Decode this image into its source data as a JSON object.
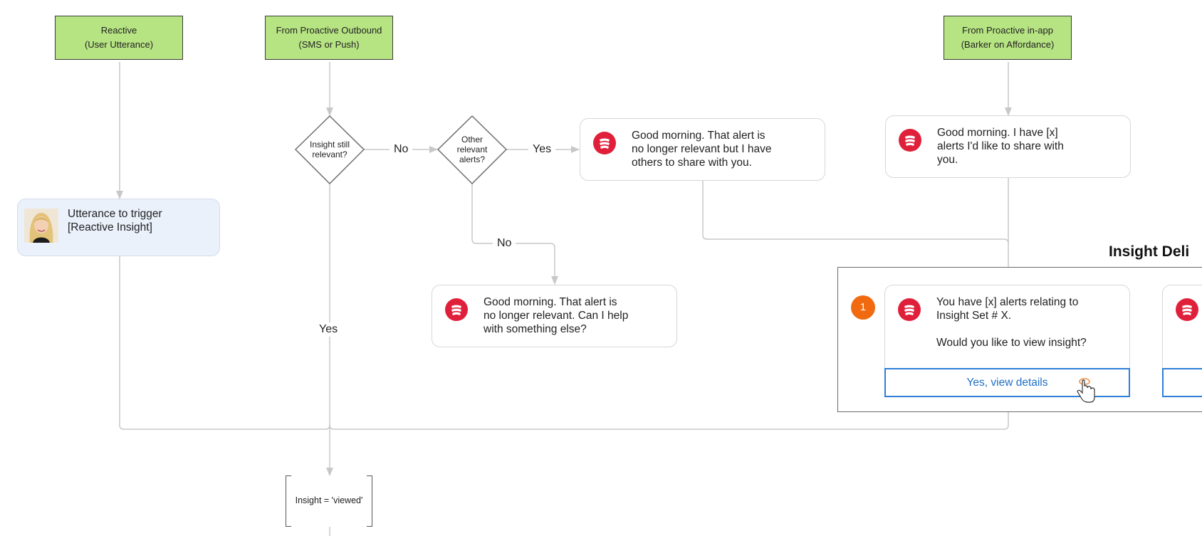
{
  "start_nodes": {
    "reactive": {
      "line1": "Reactive",
      "line2": "(User Utterance)"
    },
    "outbound": {
      "line1": "From Proactive Outbound",
      "line2": "(SMS or Push)"
    },
    "inapp": {
      "line1": "From Proactive in-app",
      "line2": "(Barker on Affordance)"
    }
  },
  "decisions": {
    "insight_relevant": "Insight still relevant?",
    "other_alerts": "Other relevant alerts?"
  },
  "edge_labels": {
    "no_1": "No",
    "yes_1": "Yes",
    "no_2": "No",
    "yes_2": "Yes"
  },
  "user_message": "Utterance to trigger\n[Reactive Insight]",
  "bot_messages": {
    "not_relevant_others": "Good morning. That alert is\nno longer relevant but I have\nothers to share with you.",
    "inapp_greeting": "Good morning. I have [x]\nalerts I'd like to share with\nyou.",
    "not_relevant_help": "Good morning. That alert is\nno longer relevant. Can I help\nwith something else?",
    "insight_set": "You have [x] alerts relating to\nInsight Set # X.\n\nWould you like to view insight?"
  },
  "delivery_panel": {
    "title": "Insight Deli",
    "step_number": "1",
    "action_label": "Yes, view details"
  },
  "status_node": "Insight = 'viewed'",
  "colors": {
    "start_fill": "#b7e483",
    "bot_avatar": "#e0203a",
    "step_badge": "#f26a10",
    "action_blue": "#2f7ed8",
    "user_card": "#eaf1fb",
    "connector": "#c8c8c8"
  }
}
